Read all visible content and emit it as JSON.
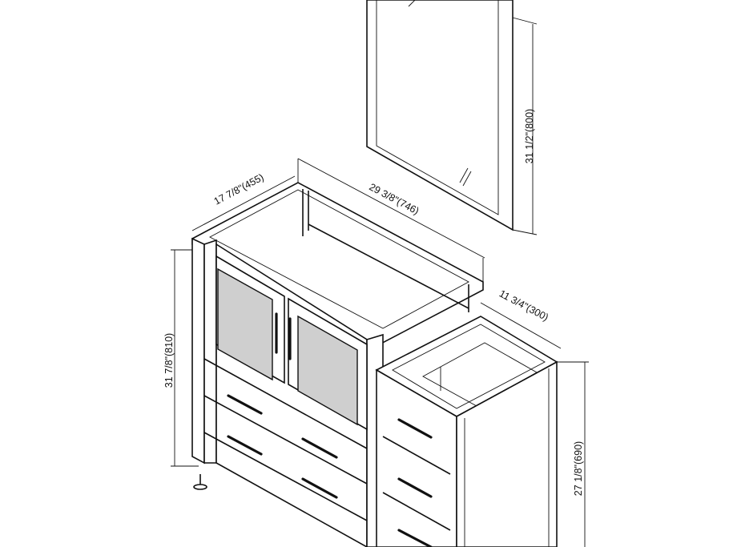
{
  "dimensions": {
    "mirror_height": "31 1/2\"(800)",
    "vanity_depth": "17 7/8\"(455)",
    "vanity_width": "29 3/8\"(746)",
    "vanity_height": "31 7/8\"(810)",
    "side_cabinet_width": "11 3/4\"(300)",
    "side_cabinet_height": "27 1/8\"(690)"
  }
}
